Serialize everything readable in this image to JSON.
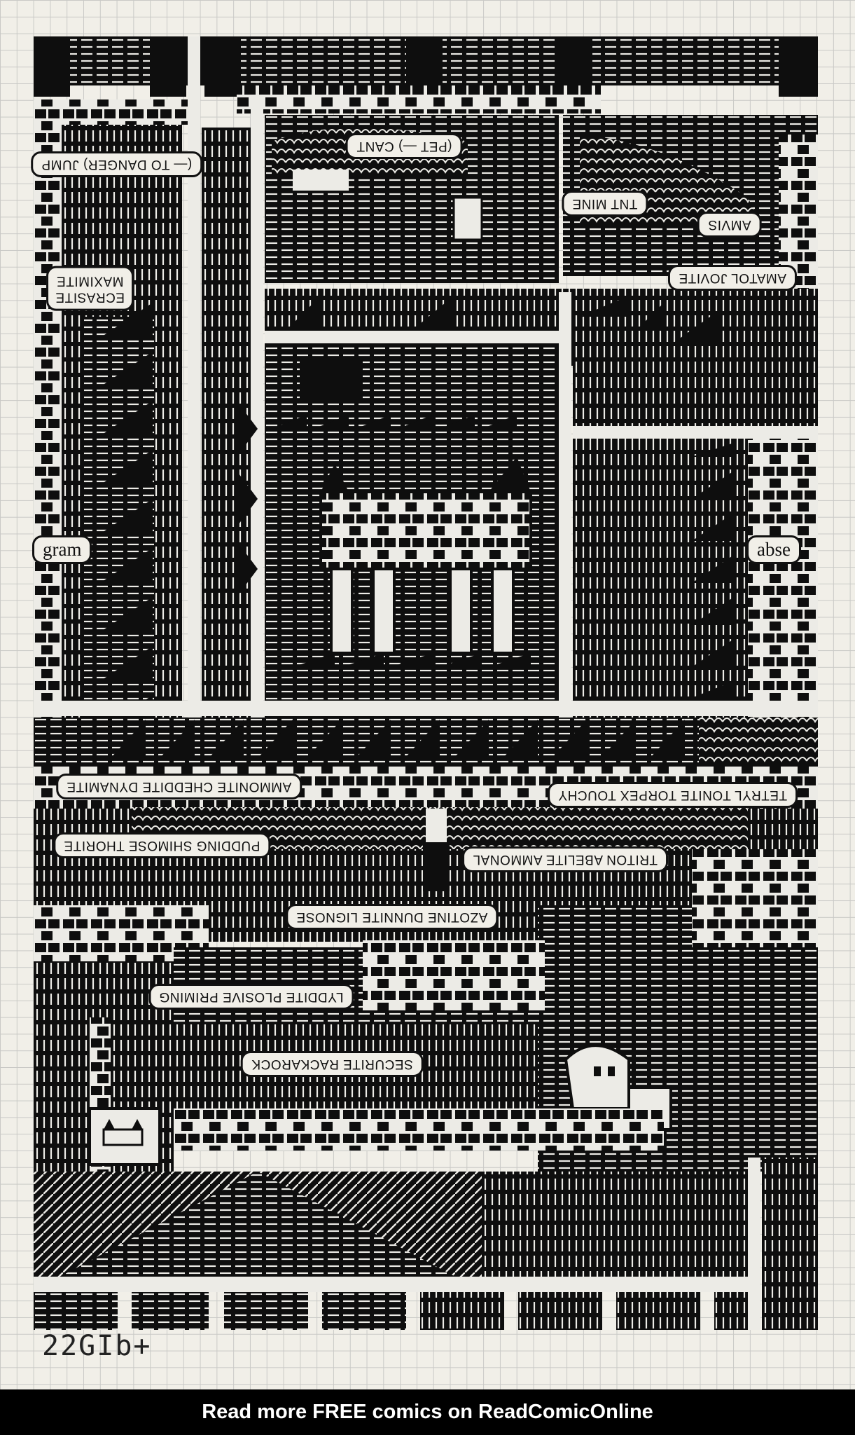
{
  "labels": {
    "to_danger_jump": "(— TO DANGER) JUMP",
    "pet_cant": "(PET —) CANT",
    "tnt_mine": "TNT MINE",
    "amvis": "AMVIS",
    "amatol_jovite": "AMATOL JOVITE",
    "ecrasite": "ECRASITE",
    "maximite": "MAXIMITE",
    "gram": "gram",
    "abse": "abse",
    "ammonite_cheddite_dynamite": "AMMONITE CHEDDITE DYNAMITE",
    "tetryl_tonite_torpex_touchy": "TETRYL TONITE TORPEX TOUCHY",
    "pudding_shimose_thorite": "PUDDING SHIMOSE THORITE",
    "triton_abelite_ammonal": "TRITON ABELITE AMMONAL",
    "azotine_dunnite_lignose": "AZOTINE DUNNITE LIGNOSE",
    "lyddite_plosive_priming": "LYDDITE PLOSIVE PRIMING",
    "securite_rackarock": "SECURITE RACKAROCK"
  },
  "signature": "22GIb+",
  "footer": {
    "text": "Read more FREE comics on ReadComicOnline"
  }
}
